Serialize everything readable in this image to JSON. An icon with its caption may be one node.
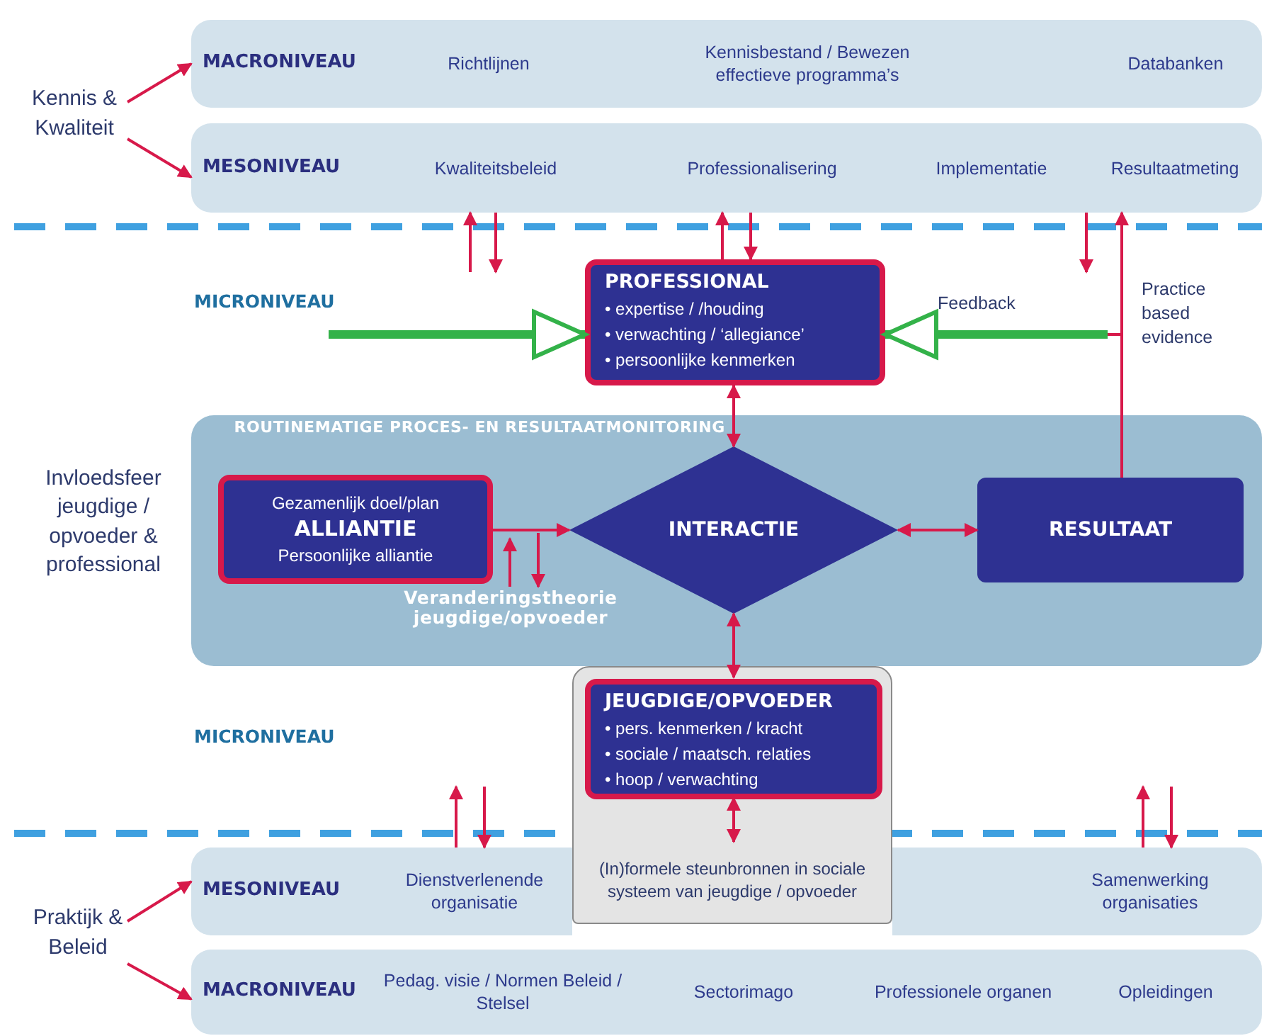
{
  "diagram": {
    "nodes": [
      {
        "text": [
          "MACRONIVEAU",
          "Richtlijnen",
          "Kennisbestand / Bewezen effectieve programma’s",
          "Databanken"
        ]
      },
      {
        "text": [
          "MESONIVEAU",
          "Kwaliteitsbeleid",
          "Professionalisering",
          "Implementatie",
          "Resultaatmeting"
        ]
      },
      {
        "text": [
          "Kennis & Kwaliteit"
        ]
      },
      {
        "text": [
          "PROFESSIONAL",
          "• expertise / /houding",
          "• verwachting / ‘allegiance’",
          "• persoonlijke kenmerken"
        ]
      },
      {
        "text": [
          "ROUTINEMATIGE PROCES- EN RESULTAATMONITORING",
          "Veranderingstheorie jeugdige/opvoeder"
        ]
      },
      {
        "text": [
          "Gezamenlijk doel/plan",
          "ALLIANTIE",
          "Persoonlijke alliantie"
        ],
        "in": 4
      },
      {
        "text": [
          "INTERACTIE"
        ],
        "in": 4
      },
      {
        "text": [
          "RESULTAAT"
        ],
        "in": 4
      },
      {
        "text": [],
        "shape": "box"
      },
      {
        "text": [
          "JEUGDIGE/OPVOEDER",
          "• pers. kenmerken / kracht",
          "• sociale / maatsch. relaties",
          "• hoop / verwachting"
        ],
        "in": 8
      },
      {
        "text": [
          "(In)formele steunbronnen in sociale systeem van jeugdige / opvoeder"
        ]
      },
      {
        "text": [
          "MESONIVEAU",
          "Dienstverlenende organisatie",
          "Samenwerking organisaties"
        ]
      },
      {
        "text": [
          "MACRONIVEAU",
          "Pedag. visie / Normen Beleid / Stelsel",
          "Sectorimago",
          "Professionele organen",
          "Opleidingen"
        ]
      },
      {
        "text": [
          "Praktijk & Beleid"
        ]
      }
    ],
    "edges": [
      {
        "from": 2,
        "to": 0,
        "arrow": "to"
      },
      {
        "from": 2,
        "to": 1,
        "arrow": "to"
      },
      {
        "from": null,
        "to": 1,
        "arrow": "to"
      },
      {
        "from": 1,
        "to": null,
        "arrow": "to"
      },
      {
        "from": 3,
        "to": 1,
        "arrow": "to"
      },
      {
        "from": 1,
        "to": 3,
        "arrow": "to"
      },
      {
        "from": 1,
        "to": null,
        "arrow": "to"
      },
      {
        "from": 7,
        "to": 1,
        "arrow": "to"
      },
      {
        "from": null,
        "to": 3,
        "arrow": "to",
        "style": "thick",
        "color": "#33b249"
      },
      {
        "from": null,
        "to": 3,
        "arrow": "to",
        "style": "thick",
        "color": "#33b249"
      },
      {
        "from": 3,
        "to": 6,
        "arrow": "both"
      },
      {
        "from": 5,
        "to": 6,
        "arrow": "to"
      },
      {
        "from": 6,
        "to": 7,
        "arrow": "both"
      },
      {
        "from": 6,
        "to": 9,
        "arrow": "both"
      },
      {
        "from": 9,
        "to": 10,
        "arrow": "both"
      },
      {
        "from": 11,
        "to": null,
        "arrow": "to"
      },
      {
        "from": null,
        "to": 11,
        "arrow": "to"
      },
      {
        "from": 11,
        "to": null,
        "arrow": "to"
      },
      {
        "from": null,
        "to": 11,
        "arrow": "to"
      },
      {
        "from": 13,
        "to": 11,
        "arrow": "to"
      },
      {
        "from": 13,
        "to": 12,
        "arrow": "to"
      }
    ],
    "labels": [
      "MICRONIVEAU",
      "Feedback",
      "Practice based evidence",
      "Invloedsfeer jeugdige / opvoeder & professional",
      "MICRONIVEAU"
    ]
  }
}
